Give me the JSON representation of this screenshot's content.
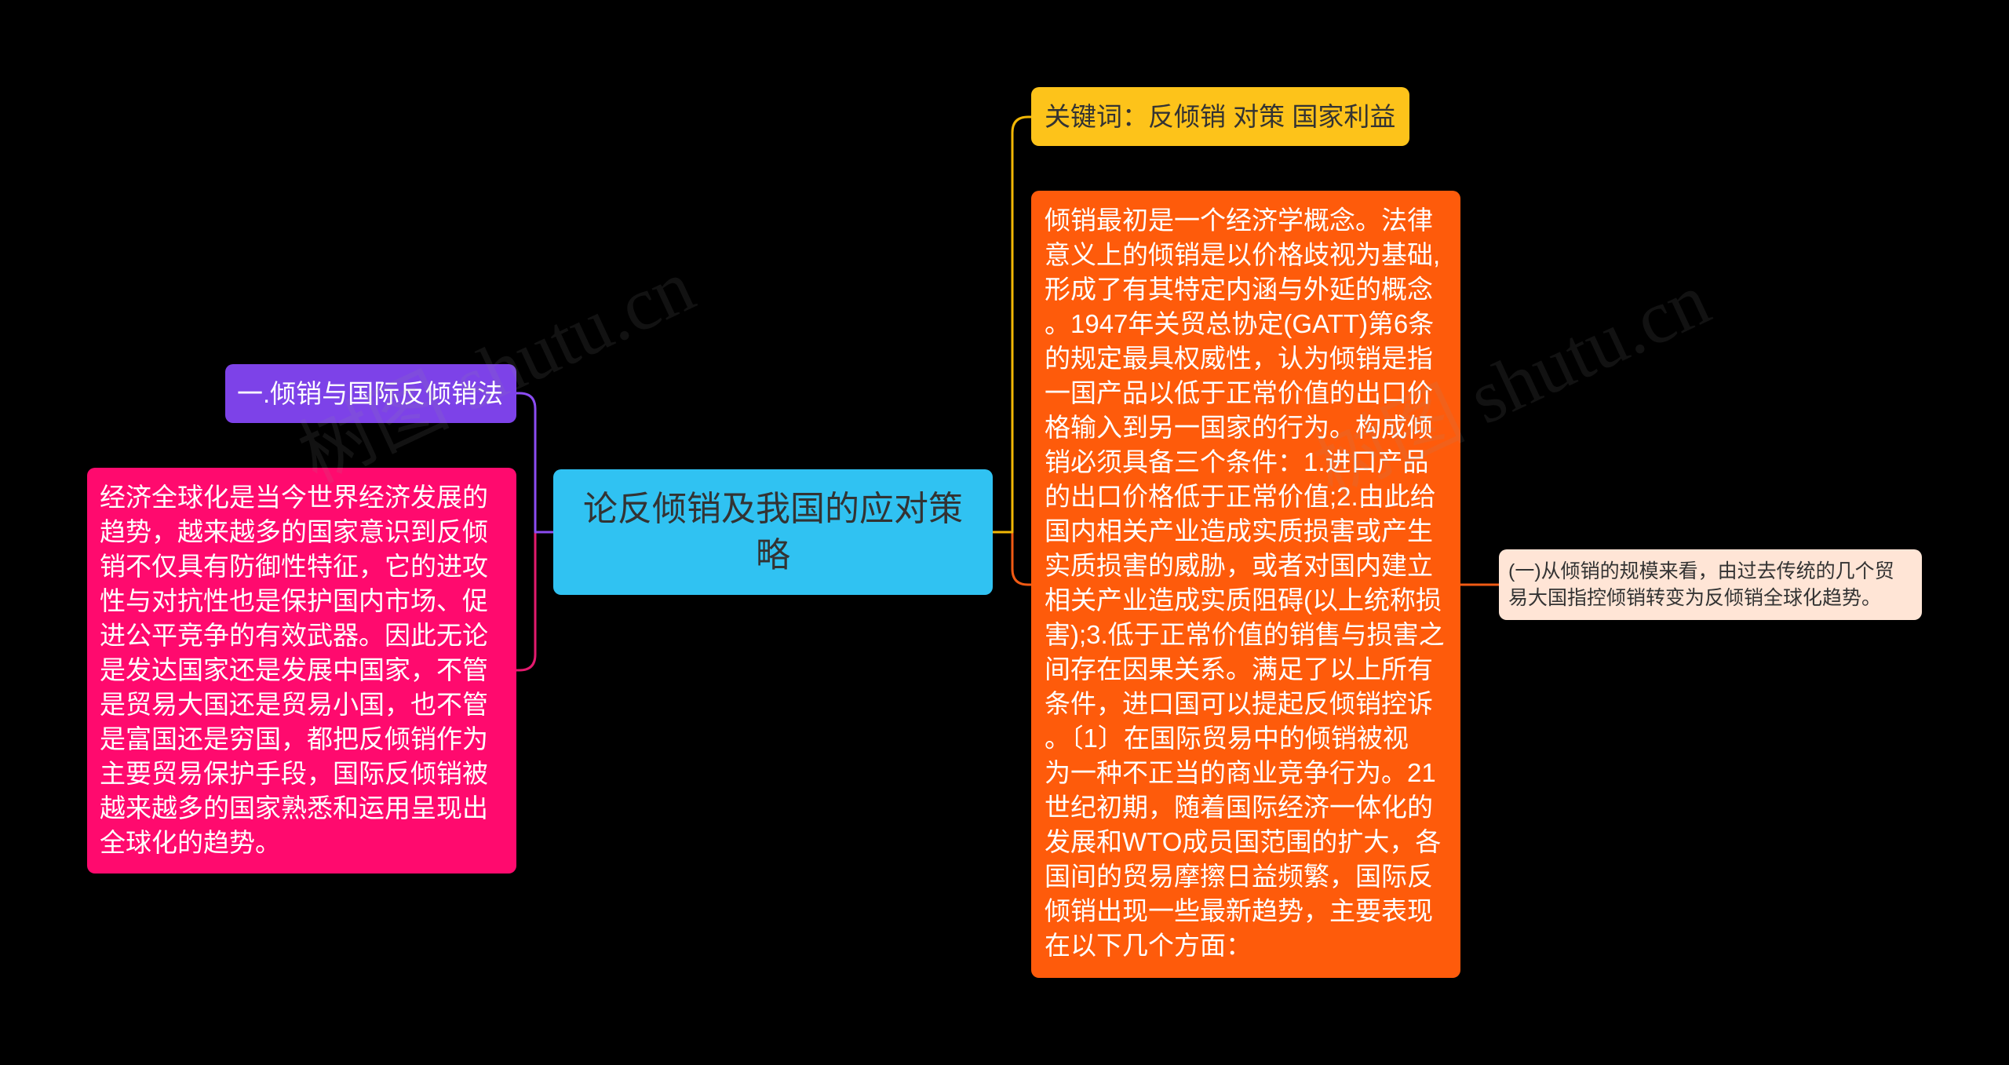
{
  "root_node": {
    "title": "论反倾销及我国的应对策略"
  },
  "branch_purple": {
    "label": "一.倾销与国际反倾销法"
  },
  "branch_pink": {
    "lines": [
      "经济全球化是当今世界经济发展的",
      "趋势，越来越多的国家意识到反倾",
      "销不仅具有防御性特征，它的进攻",
      "性与对抗性也是保护国内市场、促",
      "进公平竞争的有效武器。因此无论",
      "是发达国家还是发展中国家，不管",
      "是贸易大国还是贸易小国，也不管",
      "是富国还是穷国，都把反倾销作为",
      "主要贸易保护手段，国际反倾销被",
      "越来越多的国家熟悉和运用呈现出",
      "全球化的趋势。"
    ]
  },
  "branch_keywords": {
    "label": "关键词：反倾销 对策 国家利益"
  },
  "branch_orange": {
    "lines": [
      "倾销最初是一个经济学概念。法律",
      "意义上的倾销是以价格歧视为基础,",
      "形成了有其特定内涵与外延的概念",
      "。1947年关贸总协定(GATT)第6条",
      "的规定最具权威性，认为倾销是指",
      "一国产品以低于正常价值的出口价",
      "格输入到另一国家的行为。构成倾",
      "销必须具备三个条件：1.进口产品",
      "的出口价格低于正常价值;2.由此给",
      "国内相关产业造成实质损害或产生",
      "实质损害的威胁，或者对国内建立",
      "相关产业造成实质阻碍(以上统称损",
      "害);3.低于正常价值的销售与损害之",
      "间存在因果关系。满足了以上所有",
      "条件，进口国可以提起反倾销控诉",
      "。〔1〕在国际贸易中的倾销被视",
      "为一种不正当的商业竞争行为。21",
      "世纪初期，随着国际经济一体化的",
      "发展和WTO成员国范围的扩大，各",
      "国间的贸易摩擦日益频繁，国际反",
      "倾销出现一些最新趋势，主要表现",
      "在以下几个方面："
    ]
  },
  "sub_trend": {
    "lines": [
      "(一)从倾销的规模来看，由过去传统的几个贸",
      "易大国指控倾销转变为反倾销全球化趋势。"
    ]
  },
  "watermark": {
    "text": "树图 shutu.cn"
  },
  "colors": {
    "background": "#000000",
    "root": "#30c2f2",
    "purple": "#7d42e8",
    "pink": "#ff0a6e",
    "yellow": "#fdc31a",
    "orange": "#fe5b0b",
    "peach": "#ffe5d6",
    "line_purple": "#8b4cf2",
    "line_pink": "#e41a6e",
    "line_yellow": "#f2b705",
    "line_orange": "#f05a14"
  }
}
